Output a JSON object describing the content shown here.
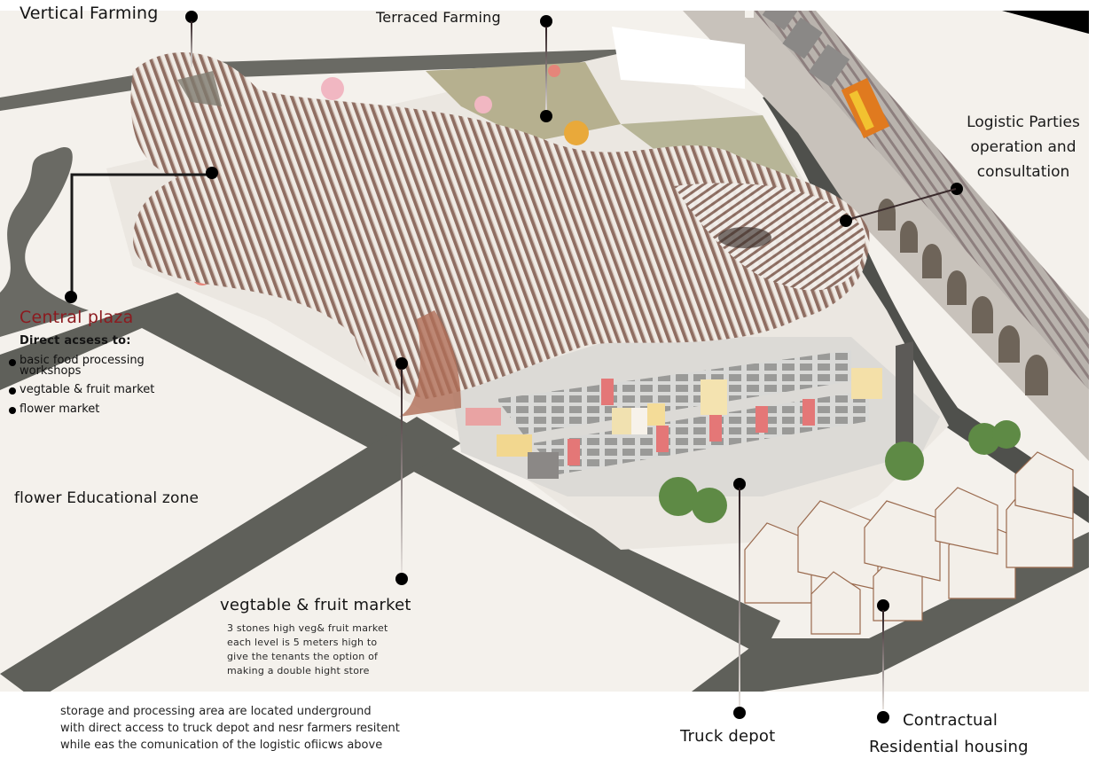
{
  "diagram": {
    "type": "architectural-axonometric-site-plan",
    "subject": "agricultural market complex with parametric louvre roof"
  },
  "labels": {
    "vertical_farming": "Vertical Farming",
    "terraced_farming": "Terraced Farming",
    "logistic": {
      "line1": "Logistic Parties",
      "line2": "operation and",
      "line3": "consultation"
    },
    "central_plaza": {
      "title": "Central plaza",
      "subtitle": "Direct acsess to:",
      "items": [
        "basic food processing workshops",
        "vegtable & fruit market",
        "flower market"
      ]
    },
    "flower_zone": "flower Educational zone",
    "market": {
      "title": "vegtable & fruit market",
      "lines": [
        "3 stones high  veg& fruit market",
        "each level is 5 meters high to",
        "give the tenants the option of",
        "making a double hight store"
      ]
    },
    "truck_depot": "Truck depot",
    "housing": {
      "line1": "Contractual",
      "line2": "Residential housing"
    },
    "footer_note": [
      "storage and processing area are located underground",
      "with direct access to truck depot and nesr farmers resitent",
      "while eas the comunication of the  logistic ofiicws above"
    ]
  },
  "colors": {
    "background": "#f4f1ec",
    "road": "#5f605a",
    "accent_red": "#8c1a1f",
    "pin": "#000000",
    "roof_metal": "#d9d3cc",
    "roof_copper": "#9c6a55",
    "train_orange": "#e07a1f",
    "tree_green": "#5e8a45"
  }
}
